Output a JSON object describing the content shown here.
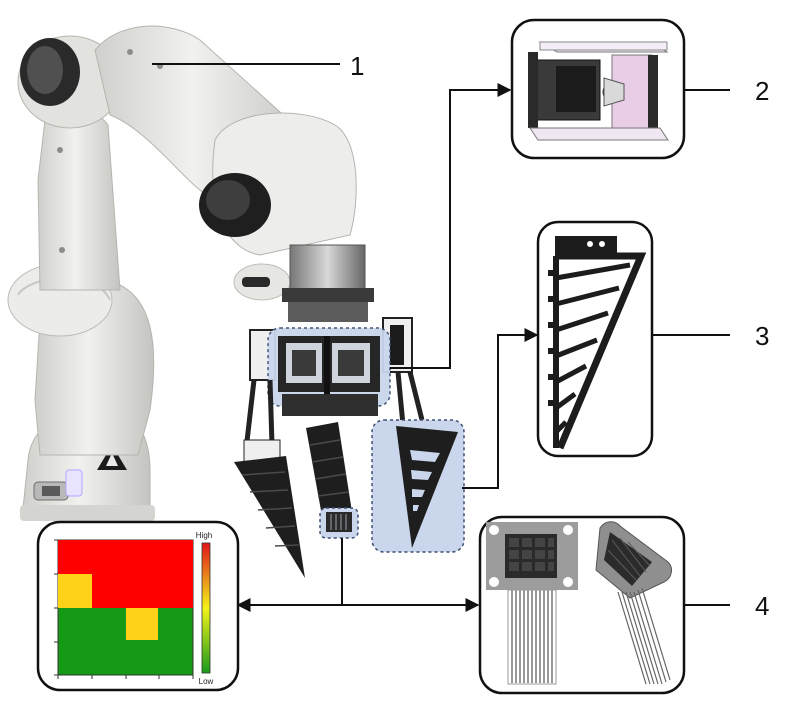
{
  "callouts": [
    {
      "label": "1"
    },
    {
      "label": "2"
    },
    {
      "label": "3"
    },
    {
      "label": "4"
    }
  ],
  "heatmap": {
    "high_label": "High",
    "low_label": "Low",
    "colors": {
      "high": "#ff0000",
      "mid": "#ffd21a",
      "low": "#169916"
    }
  },
  "colors": {
    "robot_body": "#e4e4e1",
    "robot_shadow": "#b9b9b5",
    "dark": "#1c1c1c",
    "highlight_fill": "#c9d6ec",
    "highlight_border": "#3c4f72"
  }
}
